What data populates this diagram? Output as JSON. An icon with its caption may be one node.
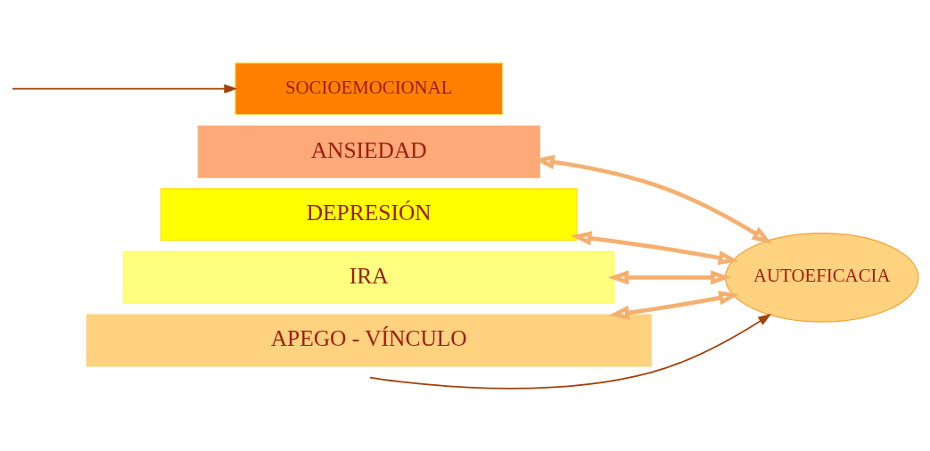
{
  "diagram": {
    "nodes": [
      {
        "text": [
          "SOCIOEMOCIONAL"
        ]
      },
      {
        "text": [
          "ANSIEDAD"
        ]
      },
      {
        "text": [
          "DEPRESIÓN"
        ]
      },
      {
        "text": [
          "IRA"
        ]
      },
      {
        "text": [
          "APEGO - VÍNCULO"
        ]
      },
      {
        "text": [
          "AUTOEFICACIA"
        ]
      }
    ],
    "edges": [
      {
        "from": null,
        "to": 0,
        "arrow": "to",
        "color": "#a0420a"
      },
      {
        "from": 1,
        "to": 5,
        "arrow": "both"
      },
      {
        "from": 2,
        "to": 5,
        "arrow": "both"
      },
      {
        "from": 3,
        "to": 5,
        "arrow": "both"
      },
      {
        "from": 4,
        "to": 5,
        "arrow": "both"
      },
      {
        "from": null,
        "to": 5,
        "arrow": "to",
        "color": "#a0420a"
      }
    ]
  }
}
